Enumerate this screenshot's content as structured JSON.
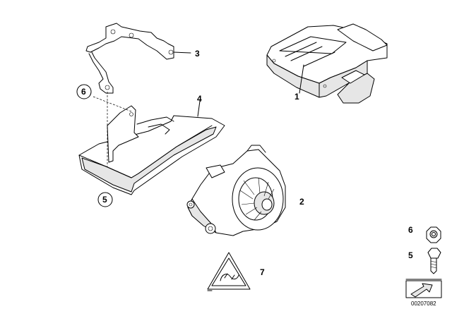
{
  "callouts": {
    "p1": "1",
    "p2": "2",
    "p3": "3",
    "p4": "4",
    "p5_circled": "5",
    "p6_circled": "6",
    "p7": "7"
  },
  "legend": {
    "item6_label": "6",
    "item5_label": "5"
  },
  "doc_number": "00207082",
  "icons": {
    "control_unit": "alarm-control-unit-icon",
    "siren": "alarm-siren-icon",
    "bracket_top": "mounting-bracket-icon",
    "tray": "holder-tray-icon",
    "warning": "warning-triangle-label-icon",
    "nut": "hex-nut-icon",
    "screw": "hex-screw-icon",
    "direction_arrow": "direction-arrow-icon"
  }
}
